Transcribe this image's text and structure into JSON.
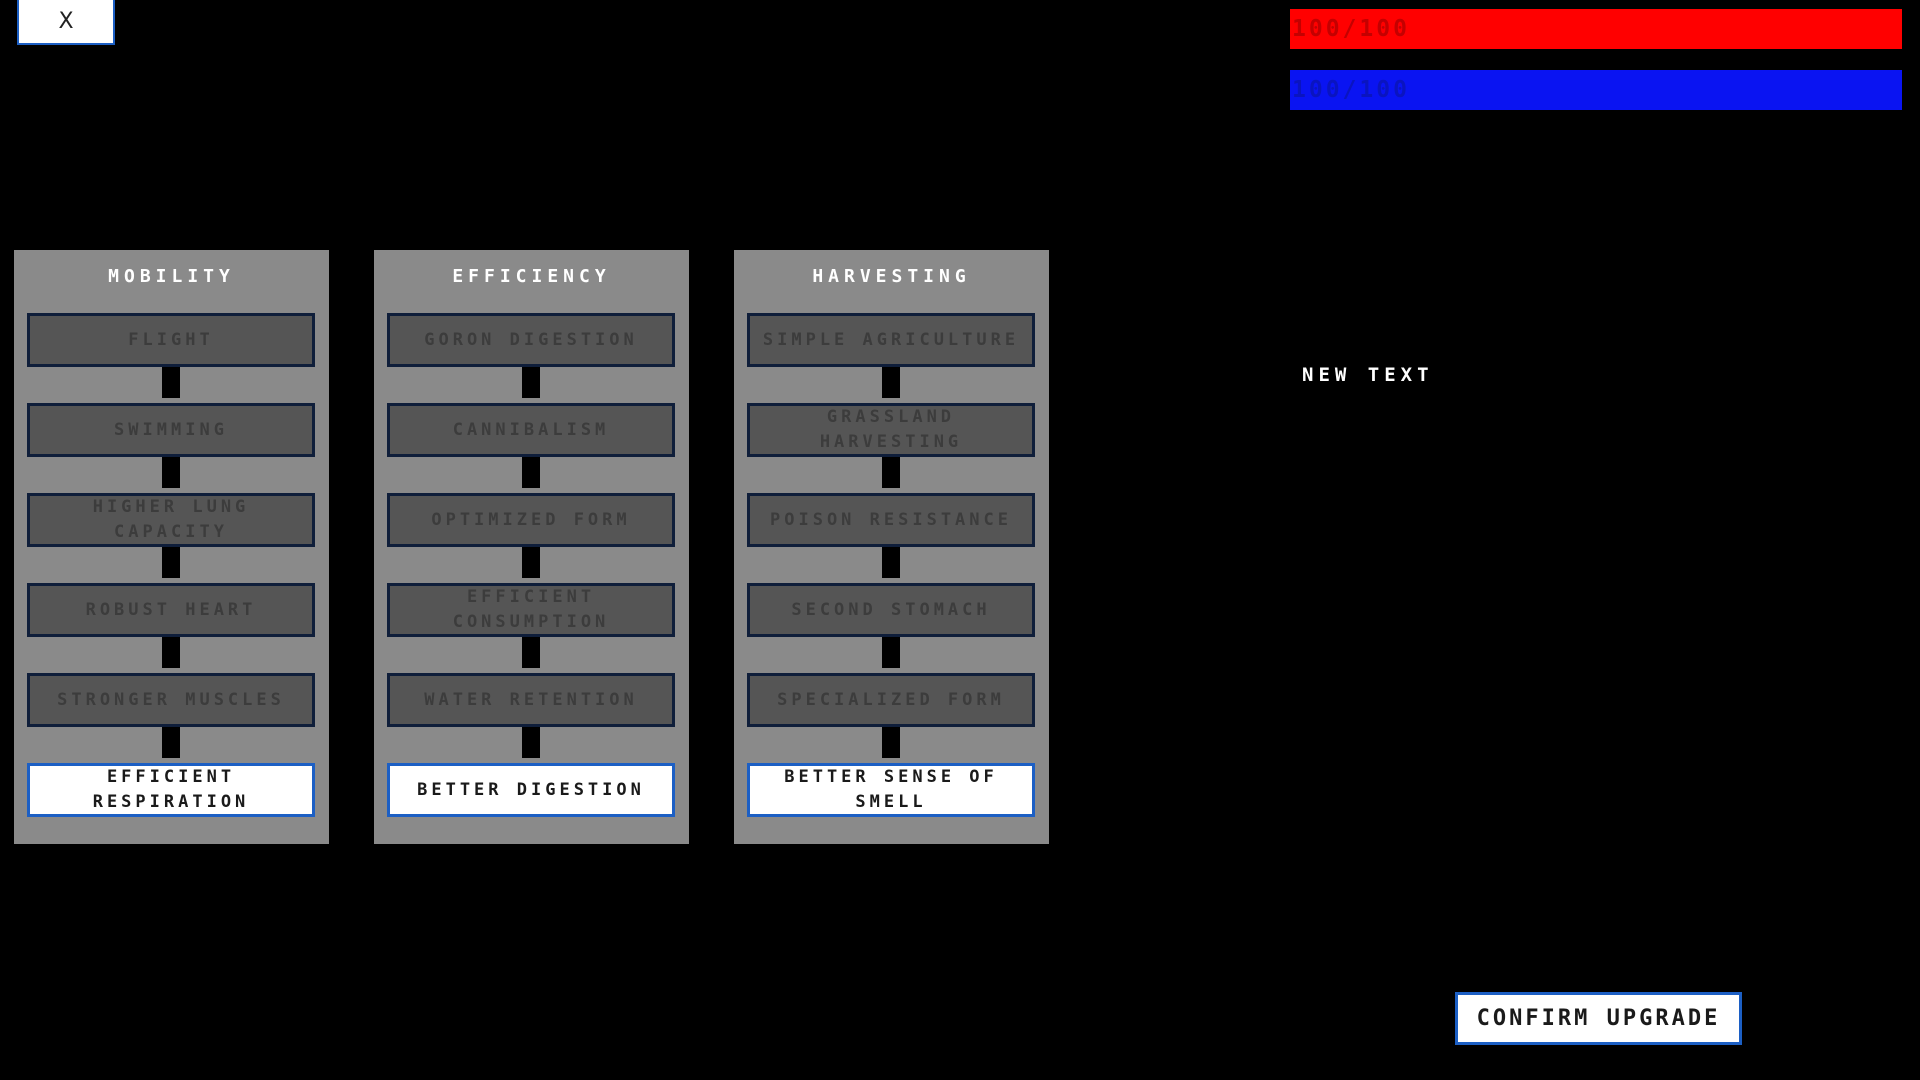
{
  "close_button": {
    "label": "X"
  },
  "stats": {
    "health": {
      "text": "100/100",
      "fill": 1.0,
      "color": "#ff0000"
    },
    "energy": {
      "text": "100/100",
      "fill": 1.0,
      "color": "#0a14f2"
    }
  },
  "info_text": "NEW TEXT",
  "trees": [
    {
      "title": "MOBILITY",
      "nodes": [
        {
          "label": "FLIGHT",
          "active": false
        },
        {
          "label": "SWIMMING",
          "active": false
        },
        {
          "label": "HIGHER LUNG\nCAPACITY",
          "active": false
        },
        {
          "label": "ROBUST HEART",
          "active": false
        },
        {
          "label": "STRONGER MUSCLES",
          "active": false
        },
        {
          "label": "EFFICIENT\nRESPIRATION",
          "active": true
        }
      ]
    },
    {
      "title": "EFFICIENCY",
      "nodes": [
        {
          "label": "GORON DIGESTION",
          "active": false
        },
        {
          "label": "CANNIBALISM",
          "active": false
        },
        {
          "label": "OPTIMIZED FORM",
          "active": false
        },
        {
          "label": "EFFICIENT\nCONSUMPTION",
          "active": false
        },
        {
          "label": "WATER RETENTION",
          "active": false
        },
        {
          "label": "BETTER DIGESTION",
          "active": true
        }
      ]
    },
    {
      "title": "HARVESTING",
      "nodes": [
        {
          "label": "SIMPLE AGRICULTURE",
          "active": false
        },
        {
          "label": "GRASSLAND\nHARVESTING",
          "active": false
        },
        {
          "label": "POISON RESISTANCE",
          "active": false
        },
        {
          "label": "SECOND STOMACH",
          "active": false
        },
        {
          "label": "SPECIALIZED FORM",
          "active": false
        },
        {
          "label": "BETTER SENSE OF\nSMELL",
          "active": true
        }
      ]
    }
  ],
  "confirm_button": {
    "label": "CONFIRM UPGRADE"
  },
  "colors": {
    "background": "#000000",
    "panel": "#8a8a8a",
    "node_locked": "#555555",
    "node_active": "#ffffff",
    "accent_border": "#1c5fc4"
  }
}
